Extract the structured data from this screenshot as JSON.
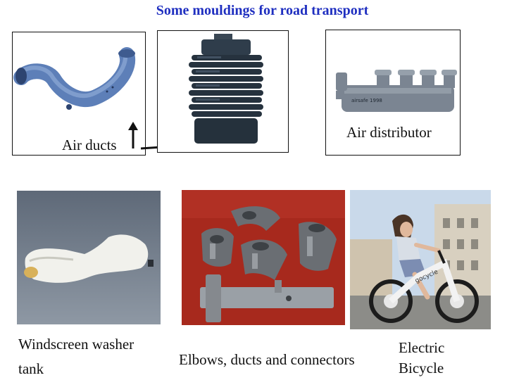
{
  "title": "Some mouldings for road transport",
  "panels": {
    "air_ducts": {
      "label": "Air ducts"
    },
    "bellows": {
      "label": ""
    },
    "air_distributor": {
      "label": "Air distributor",
      "stamp": "airsafe 1998"
    },
    "washer_tank": {
      "label_line1": "Windscreen washer",
      "label_line2": "tank"
    },
    "elbows": {
      "label": "Elbows, ducts and connectors"
    },
    "bicycle": {
      "label_line1": "Electric",
      "label_line2": "Bicycle",
      "brand": "gocycle"
    }
  },
  "colors": {
    "title": "#1f2fc0",
    "duct_blue": "#5d7fb8",
    "bellows_dark": "#2c3946",
    "distributor_grey": "#7b8592",
    "tank_bg": "#6f7a88",
    "elbow_bg": "#a7291d",
    "sky": "#c9d9ea"
  }
}
